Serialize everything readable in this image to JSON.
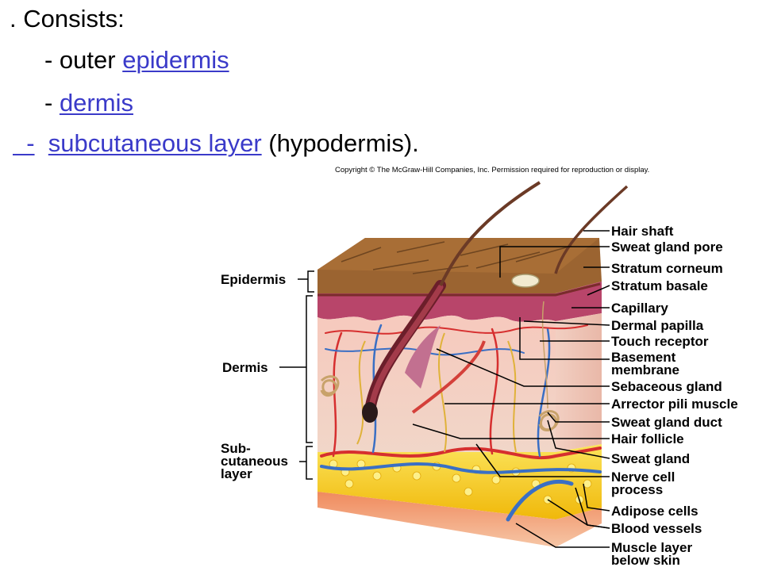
{
  "text": {
    "consists": ". Consists:",
    "outer_prefix": "- outer ",
    "epidermis_link": "epidermis",
    "dash": "- ",
    "dermis_link": "dermis",
    "sub_dash_link": "  -",
    "subcutaneous_link": "subcutaneous layer",
    "hypodermis": " (hypodermis)."
  },
  "copyright": "Copyright © The McGraw-Hill Companies, Inc. Permission required for reproduction or display.",
  "diagram": {
    "left_labels": {
      "epidermis": "Epidermis",
      "dermis": "Dermis",
      "sub_1": "Sub-",
      "sub_2": "cutaneous",
      "sub_3": "layer"
    },
    "right_labels": [
      "Hair shaft",
      "Sweat gland pore",
      "Stratum corneum",
      "Stratum basale",
      "Capillary",
      "Dermal papilla",
      "Touch receptor",
      "Basement",
      "membrane",
      "Sebaceous gland",
      "Arrector pili muscle",
      "Sweat gland duct",
      "Hair follicle",
      "Sweat gland",
      "Nerve cell",
      "process",
      "Adipose cells",
      "Blood vessels",
      "Muscle layer",
      "below skin"
    ]
  },
  "colors": {
    "link": "#3a3ac9",
    "epidermis_top": "#8b5a2b",
    "dermis": "#f3c6b8",
    "fat": "#f5d10f",
    "muscle": "#e8764f",
    "artery": "#d62f2f",
    "vein": "#3a6fc4",
    "nerve": "#e0b23a"
  }
}
